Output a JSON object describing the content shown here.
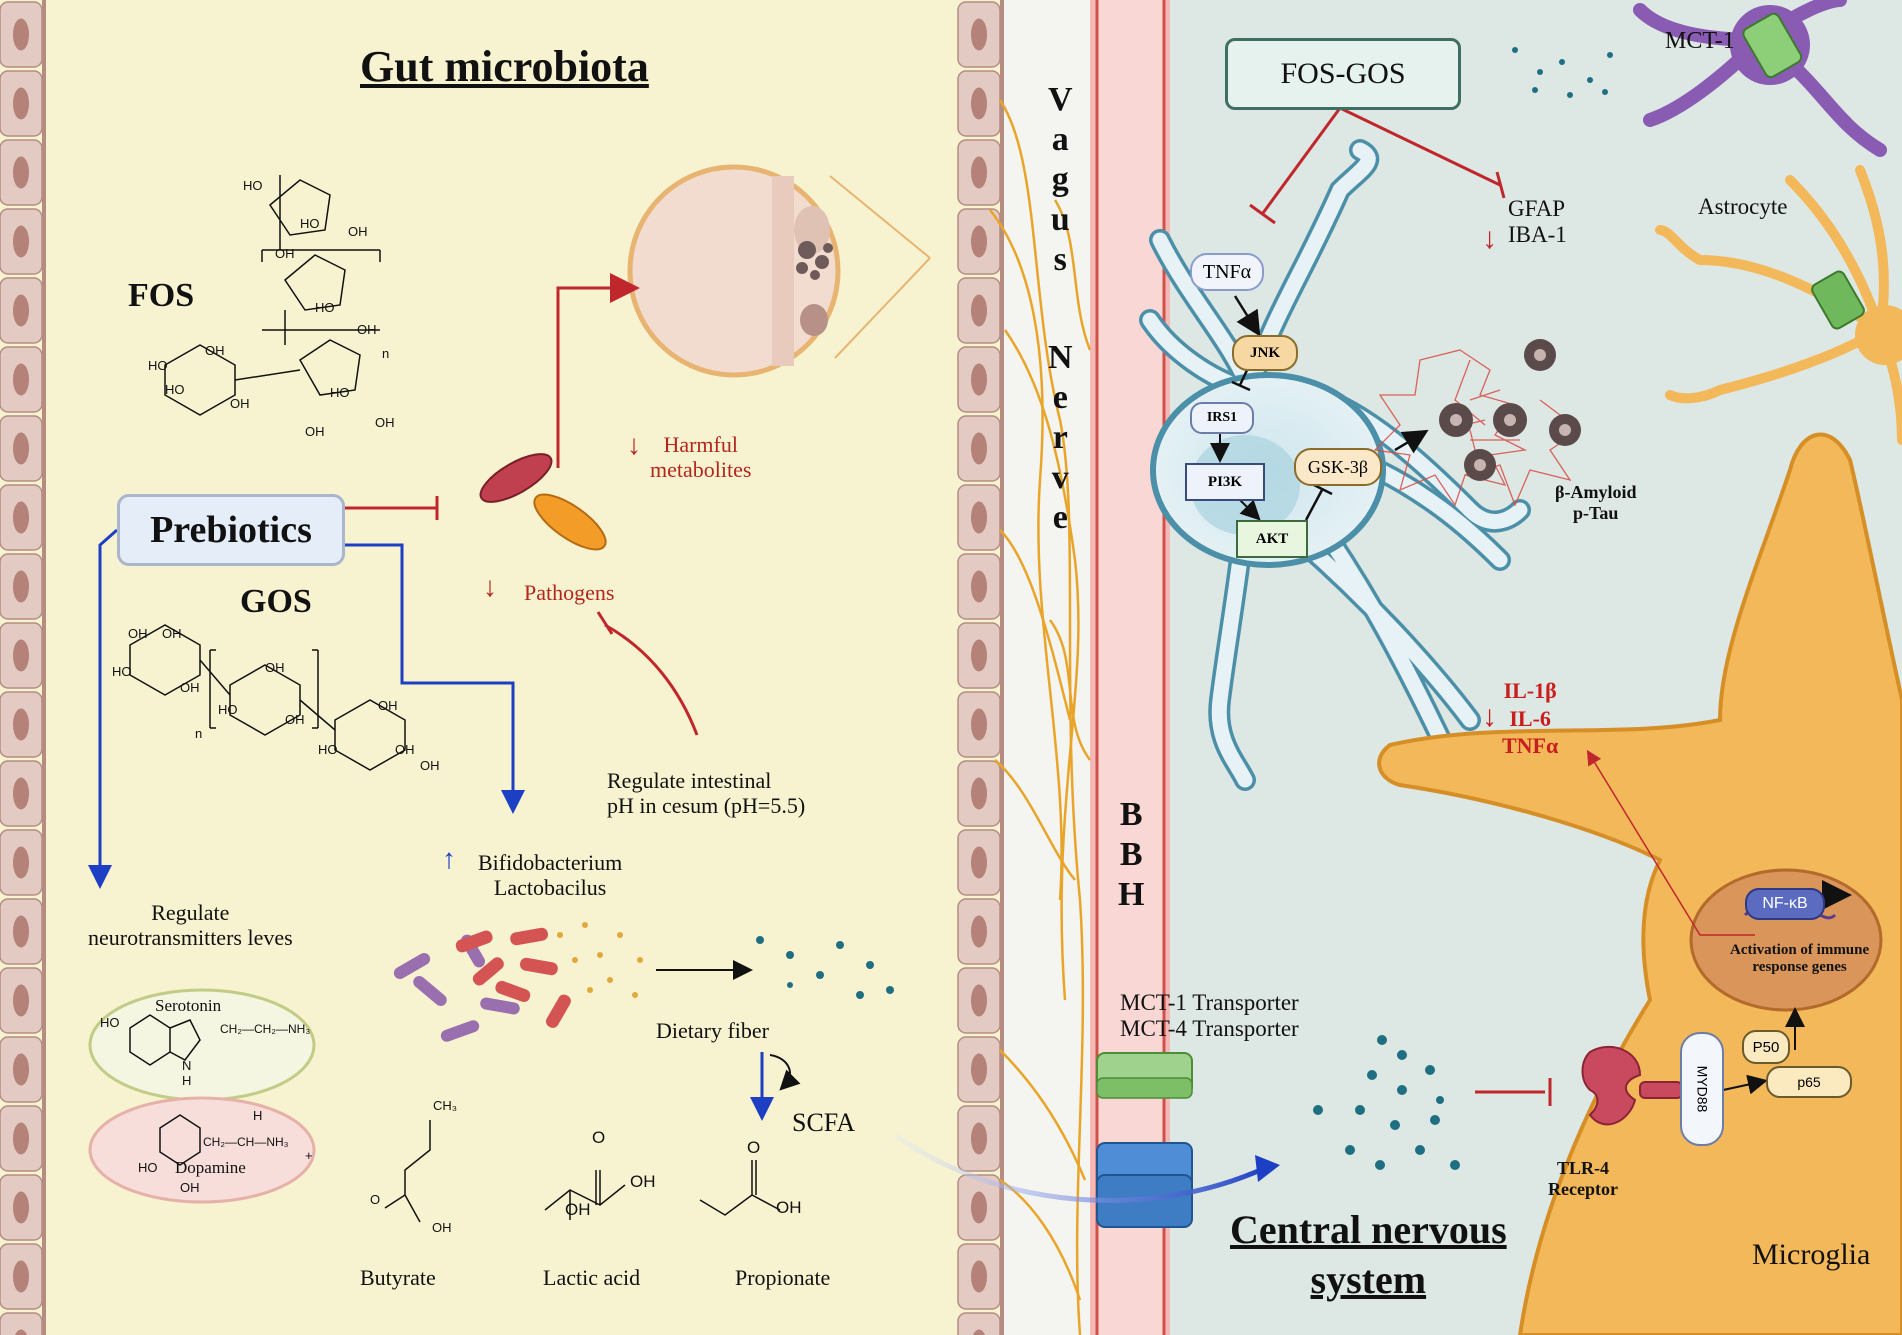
{
  "gut": {
    "heading": "Gut microbiota",
    "fos": "FOS",
    "gos": "GOS",
    "prebiotics": "Prebiotics",
    "harmful_arrow": "↓",
    "harmful": "Harmful\nmetabolites",
    "pathogens_arrow": "↓",
    "pathogens": "Pathogens",
    "regulate_ph": "Regulate intestinal\npH in cesum (pH=5.5)",
    "bifido_arrow": "↑",
    "bifido": "Bifidobacterium\nLactobacilus",
    "regulate_nt": "Regulate\nneurotransmitters leves",
    "serotonin": "Serotonin",
    "dopamine": "Dopamine",
    "dietary_fiber": "Dietary fiber",
    "scfa": "SCFA",
    "butyrate": "Butyrate",
    "lactic_acid": "Lactic acid",
    "propionate": "Propionate"
  },
  "chem_labels": {
    "ho": "HO",
    "oh": "OH",
    "n": "n",
    "ch3": "CH₃",
    "nh3": "NH₃",
    "plus": "+",
    "h": "H",
    "nh": "N\nH",
    "ch2ch": "CH₂—CH—NH₃",
    "ch2ch2": "CH₂—CH₂—NH₃",
    "o": "O"
  },
  "barrier": {
    "vagus": "V\na\ng\nu\ns",
    "nerve": "N\ne\nr\nv\ne",
    "bbh": "B\nB\nH",
    "mct_transporters": "MCT-1 Transporter\nMCT-4 Transporter"
  },
  "cns": {
    "fos_gos": "FOS-GOS",
    "mct1": "MCT-1",
    "astrocyte": "Astrocyte",
    "gfap_arrow": "↓",
    "gfap": "GFAP\nIBA-1",
    "tnfa": "TNFα",
    "jnk": "JNK",
    "irs1": "IRS1",
    "pi3k": "PI3K",
    "akt": "AKT",
    "gsk": "GSK-3β",
    "amyloid": "β-Amyloid\np-Tau",
    "cytokine_arrow": "↓",
    "cytokines": "IL-1β\nIL-6\nTNFα",
    "nfkb": "NF-κB",
    "activation": "Activation of immune\nresponse genes",
    "p50": "P50",
    "p65": "p65",
    "myd88": "MYD88",
    "tlr4": "TLR-4\nReceptor",
    "cns_title": "Central nervous\nsystem",
    "microglia": "Microglia"
  },
  "colors": {
    "gut_bg": "#f7f3d0",
    "cns_bg": "#dde7e3",
    "villi": "#e3cbc3",
    "vessel": "#f2b9b7",
    "nerve": "#e8a52a",
    "inhibit_red": "#c0272d",
    "blue_arrow": "#1d3fc4",
    "neuron": "#4b8fa8",
    "microglia": "#f2b85a",
    "astrocyte_purple": "#8a5bb3"
  }
}
